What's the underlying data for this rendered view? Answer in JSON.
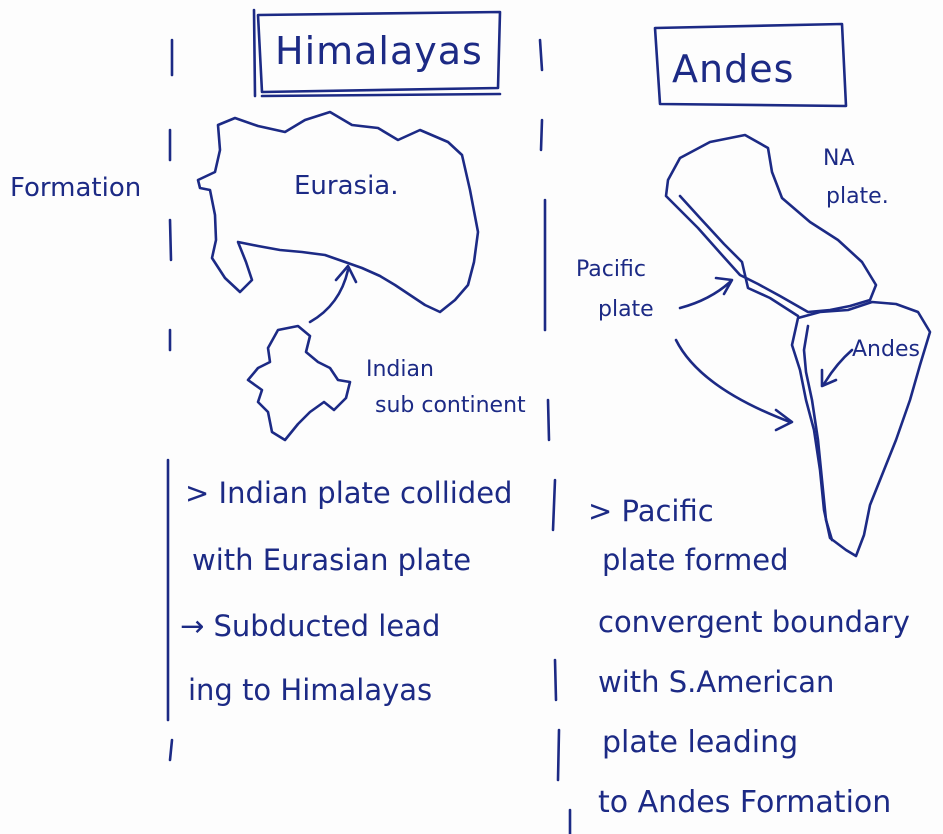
{
  "himalayas": {
    "title": "Himalayas",
    "row_label": "Formation",
    "eurasia_label": "Eurasia.",
    "indian_label_1": "Indian",
    "indian_label_2": "sub continent",
    "notes": [
      "> Indian plate collided",
      "with Eurasian plate",
      "→ Subducted lead",
      "ing to Himalayas"
    ]
  },
  "andes": {
    "title": "Andes",
    "na_label_1": "NA",
    "na_label_2": "plate.",
    "pacific_label_1": "Pacific",
    "pacific_label_2": "plate",
    "andes_label": "Andes",
    "notes": [
      "> Pacific",
      "plate formed",
      "convergent boundary",
      "with S.American",
      "plate leading",
      "to Andes Formation"
    ]
  },
  "colors": {
    "ink": "#1c2a85",
    "paper": "#fdfdfd"
  }
}
